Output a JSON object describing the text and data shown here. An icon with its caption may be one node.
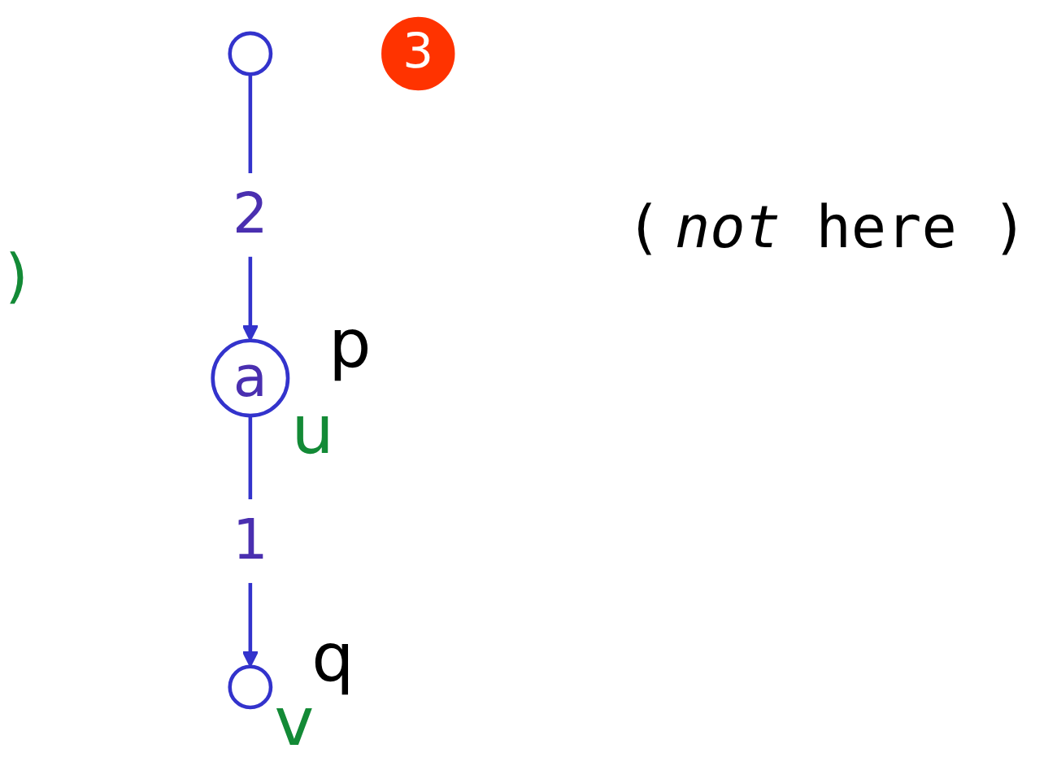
{
  "diagram": {
    "nodes": [
      {
        "text": [],
        "shape": "circle"
      },
      {
        "text": [
          "a"
        ],
        "beside": [
          "p",
          "u"
        ]
      },
      {
        "text": [],
        "shape": "circle",
        "beside": [
          "q",
          "v"
        ]
      },
      {
        "text": [
          "3"
        ]
      }
    ],
    "edges": [
      {
        "from": 0,
        "to": 1,
        "arrow": "to",
        "label": "2"
      },
      {
        "from": 1,
        "to": 2,
        "arrow": "to",
        "label": "1"
      }
    ],
    "labels": [
      ")",
      "(",
      "*not* here )"
    ]
  }
}
